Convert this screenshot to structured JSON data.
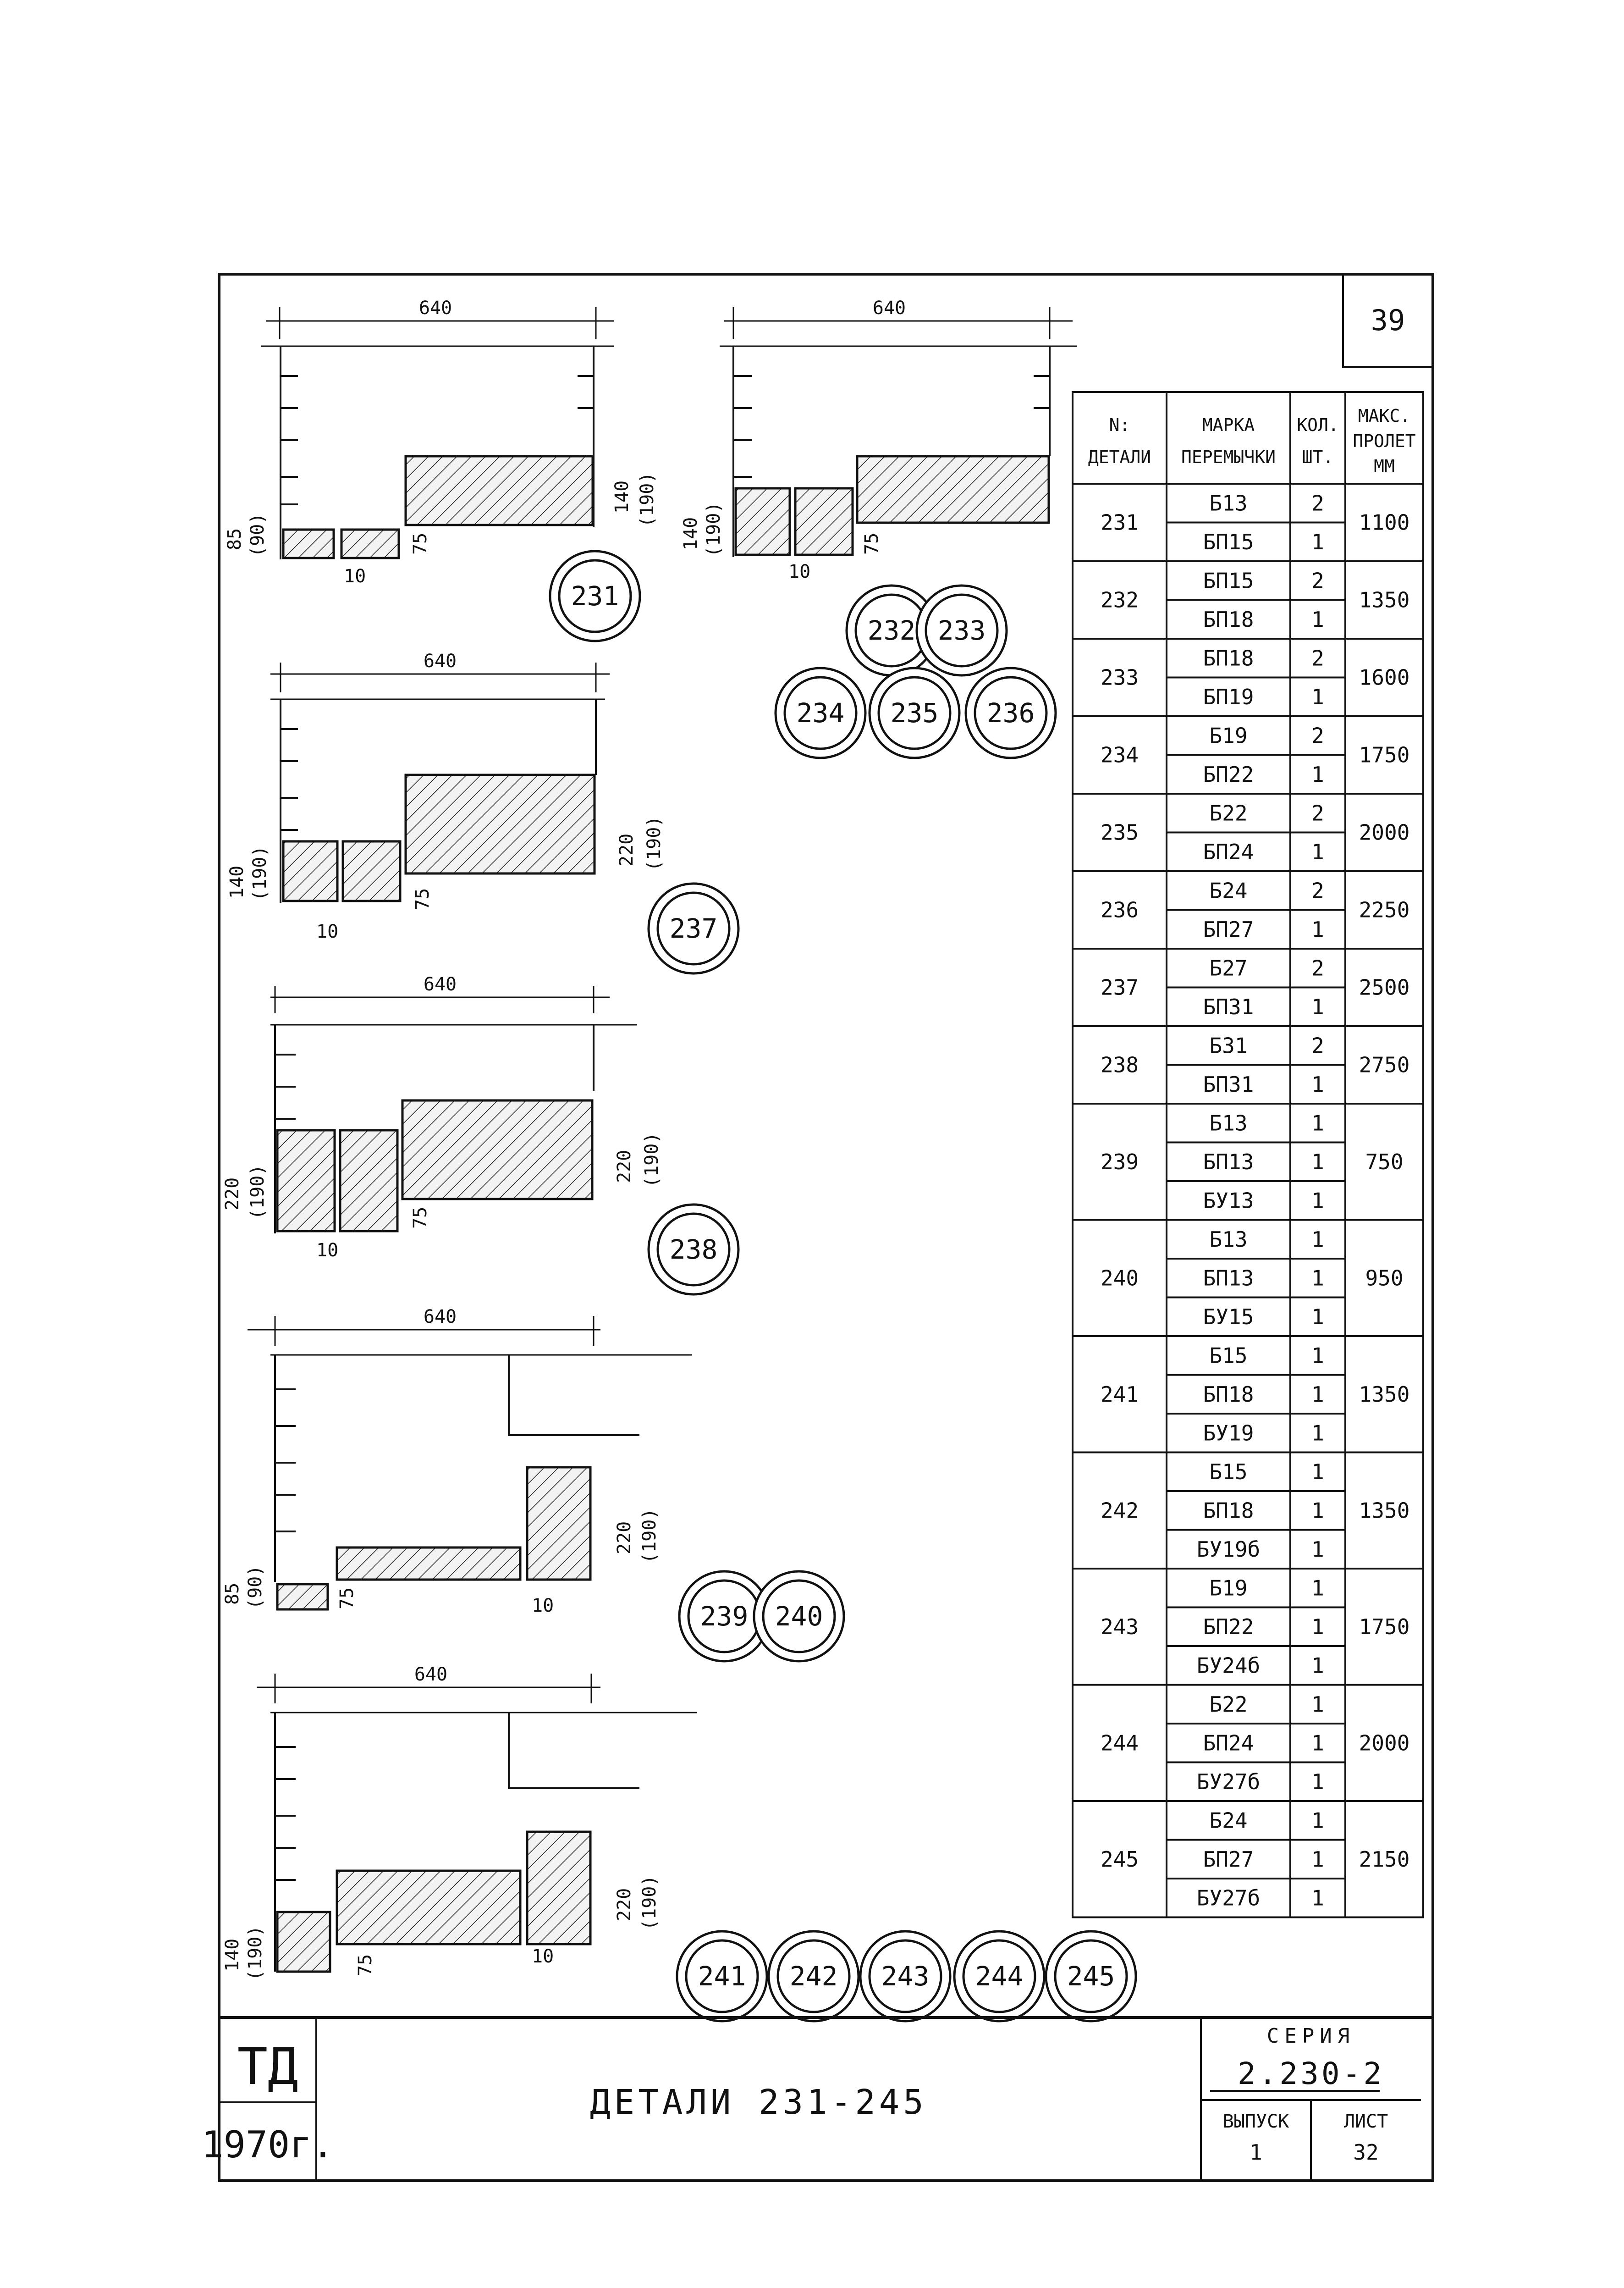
{
  "page_number": "39",
  "dimension_labels": {
    "width": "640",
    "thick_85": "85",
    "thick_90": "(90)",
    "thick_140": "140",
    "thick_190": "(190)",
    "thick_220": "220",
    "gap_10": "10",
    "offset_75": "75"
  },
  "detail_badges": [
    "231",
    "232",
    "233",
    "234",
    "235",
    "236",
    "237",
    "238",
    "239",
    "240",
    "241",
    "242",
    "243",
    "244",
    "245"
  ],
  "table": {
    "headers": {
      "detail_no_line1": "N:",
      "detail_no_line2": "ДЕТАЛИ",
      "mark_line1": "МАРКА",
      "mark_line2": "ПЕРЕМЫЧКИ",
      "qty_line1": "КОЛ.",
      "qty_line2": "ШТ.",
      "span_line1": "МАКС.",
      "span_line2": "ПРОЛЕТ",
      "span_line3": "ММ"
    },
    "rows": [
      {
        "detail": "231",
        "span": "1100",
        "items": [
          {
            "mark": "Б13",
            "qty": "2"
          },
          {
            "mark": "БП15",
            "qty": "1"
          }
        ]
      },
      {
        "detail": "232",
        "span": "1350",
        "items": [
          {
            "mark": "БП15",
            "qty": "2"
          },
          {
            "mark": "БП18",
            "qty": "1"
          }
        ]
      },
      {
        "detail": "233",
        "span": "1600",
        "items": [
          {
            "mark": "БП18",
            "qty": "2"
          },
          {
            "mark": "БП19",
            "qty": "1"
          }
        ]
      },
      {
        "detail": "234",
        "span": "1750",
        "items": [
          {
            "mark": "Б19",
            "qty": "2"
          },
          {
            "mark": "БП22",
            "qty": "1"
          }
        ]
      },
      {
        "detail": "235",
        "span": "2000",
        "items": [
          {
            "mark": "Б22",
            "qty": "2"
          },
          {
            "mark": "БП24",
            "qty": "1"
          }
        ]
      },
      {
        "detail": "236",
        "span": "2250",
        "items": [
          {
            "mark": "Б24",
            "qty": "2"
          },
          {
            "mark": "БП27",
            "qty": "1"
          }
        ]
      },
      {
        "detail": "237",
        "span": "2500",
        "items": [
          {
            "mark": "Б27",
            "qty": "2"
          },
          {
            "mark": "БП31",
            "qty": "1"
          }
        ]
      },
      {
        "detail": "238",
        "span": "2750",
        "items": [
          {
            "mark": "Б31",
            "qty": "2"
          },
          {
            "mark": "БП31",
            "qty": "1"
          }
        ]
      },
      {
        "detail": "239",
        "span": "750",
        "items": [
          {
            "mark": "Б13",
            "qty": "1"
          },
          {
            "mark": "БП13",
            "qty": "1"
          },
          {
            "mark": "БУ13",
            "qty": "1"
          }
        ]
      },
      {
        "detail": "240",
        "span": "950",
        "items": [
          {
            "mark": "Б13",
            "qty": "1"
          },
          {
            "mark": "БП13",
            "qty": "1"
          },
          {
            "mark": "БУ15",
            "qty": "1"
          }
        ]
      },
      {
        "detail": "241",
        "span": "1350",
        "items": [
          {
            "mark": "Б15",
            "qty": "1"
          },
          {
            "mark": "БП18",
            "qty": "1"
          },
          {
            "mark": "БУ19",
            "qty": "1"
          }
        ]
      },
      {
        "detail": "242",
        "span": "1350",
        "items": [
          {
            "mark": "Б15",
            "qty": "1"
          },
          {
            "mark": "БП18",
            "qty": "1"
          },
          {
            "mark": "БУ19б",
            "qty": "1"
          }
        ]
      },
      {
        "detail": "243",
        "span": "1750",
        "items": [
          {
            "mark": "Б19",
            "qty": "1"
          },
          {
            "mark": "БП22",
            "qty": "1"
          },
          {
            "mark": "БУ24б",
            "qty": "1"
          }
        ]
      },
      {
        "detail": "244",
        "span": "2000",
        "items": [
          {
            "mark": "Б22",
            "qty": "1"
          },
          {
            "mark": "БП24",
            "qty": "1"
          },
          {
            "mark": "БУ27б",
            "qty": "1"
          }
        ]
      },
      {
        "detail": "245",
        "span": "2150",
        "items": [
          {
            "mark": "Б24",
            "qty": "1"
          },
          {
            "mark": "БП27",
            "qty": "1"
          },
          {
            "mark": "БУ27б",
            "qty": "1"
          }
        ]
      }
    ]
  },
  "title_block": {
    "org": "ТД",
    "year": "1970г.",
    "title": "ДЕТАЛИ 231-245",
    "series_label": "СЕРИЯ",
    "series_value": "2.230-2",
    "issue_label": "ВЫПУСК",
    "issue_value": "1",
    "sheet_label": "ЛИСТ",
    "sheet_value": "32"
  }
}
